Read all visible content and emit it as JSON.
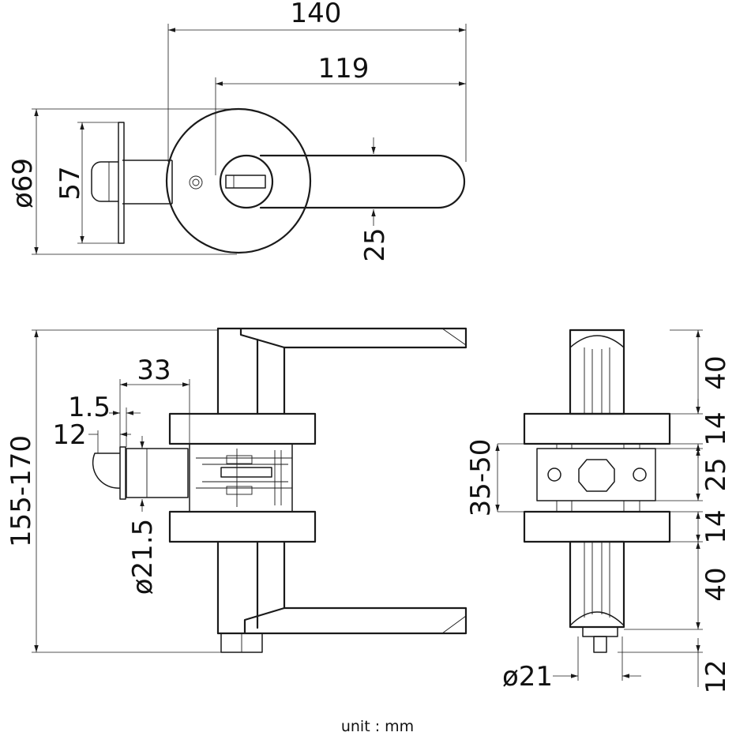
{
  "top_view": {
    "dims": {
      "overall_length": "140",
      "lever_length": "119",
      "rose_diameter": "ø69",
      "latch_plate_height": "57",
      "lever_width": "25"
    }
  },
  "side_view": {
    "dims": {
      "backset": "33",
      "faceplate_thickness": "1.5",
      "latch_throw": "12",
      "latch_body_diameter": "ø21.5",
      "door_range": "155-170"
    }
  },
  "end_view": {
    "dims": {
      "lever_top": "40",
      "rose_top": "14",
      "plate": "25",
      "door_thickness": "35-50",
      "rose_bottom": "14",
      "lever_bottom": "40",
      "spindle_diameter": "ø21",
      "spindle_projection": "12"
    }
  },
  "footer": {
    "unit_label": "unit : mm"
  }
}
